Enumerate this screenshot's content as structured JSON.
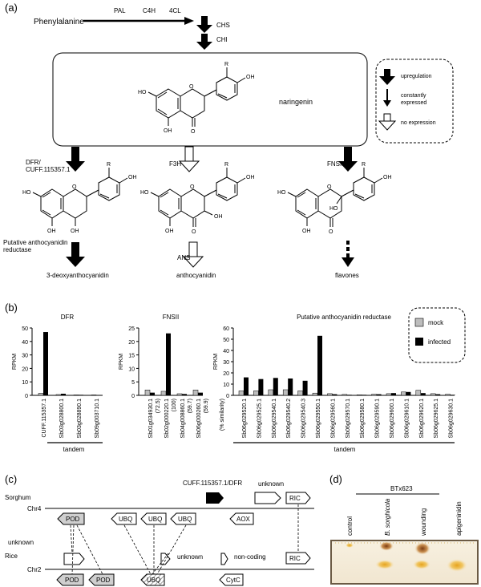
{
  "panel_labels": {
    "a": "(a)",
    "b": "(b)",
    "c": "(c)",
    "d": "(d)"
  },
  "pathway": {
    "start": "Phenylalanine",
    "enzymes_top": [
      "PAL",
      "C4H",
      "4CL"
    ],
    "chs": "CHS",
    "chi": "CHI",
    "naringenin": "naringenin",
    "branches": {
      "dfr": "DFR/",
      "dfr2": "CUFF.115357.1",
      "f3h": "F3H",
      "fnsii": "FNSII",
      "reductase1": "Putative anthocyanidin",
      "reductase2": "reductase",
      "ans": "ANS",
      "product_left": "3-deoxyanthocyanidin",
      "product_mid": "anthocyanidin",
      "product_right": "flavones"
    },
    "atoms": {
      "R": "R",
      "OH": "OH",
      "HO": "HO",
      "O": "O"
    },
    "legend": {
      "up": "upregulation",
      "const1": "constantly",
      "const2": "expressed",
      "none": "no expression"
    }
  },
  "chart_b": {
    "legend": {
      "mock": "mock",
      "infected": "infected"
    },
    "colors": {
      "mock": "#bdbdbd",
      "infected": "#000000"
    },
    "tandem_label": "tandem",
    "subcharts": [
      {
        "title": "DFR",
        "ylabel": "RPKM",
        "ylim": [
          0,
          50
        ],
        "ticks": [
          "0",
          "10",
          "20",
          "30",
          "40",
          "50"
        ],
        "categories": [
          "CUFF.115357.1",
          "Sb03g028800.1",
          "Sb03g028890.1",
          "Sb09g003710.1"
        ],
        "mock": [
          1.5,
          0.6,
          0.3,
          0.3
        ],
        "infected": [
          47,
          1.2,
          0.4,
          0.3
        ],
        "extra_labels": []
      },
      {
        "title": "FNSII",
        "ylabel": "RPKM",
        "ylim": [
          0,
          25
        ],
        "ticks": [
          "0",
          "5",
          "10",
          "15",
          "20",
          "25"
        ],
        "categories": [
          "Sb01g034930.1",
          "Sb02g000220.1",
          "Sb04g008860.1",
          "Sb06g000260.1"
        ],
        "mock": [
          2,
          1.5,
          0.6,
          2
        ],
        "infected": [
          1,
          23,
          0.5,
          1
        ],
        "extra_labels": [
          "(72.5)",
          "(100)",
          "(59.7)",
          "(59.9)",
          "(% similarity)"
        ]
      },
      {
        "title": "Putative anthocyanidin reductase",
        "ylabel": "RPKM",
        "ylim": [
          0,
          60
        ],
        "ticks": [
          "0",
          "10",
          "20",
          "30",
          "40",
          "50",
          "60"
        ],
        "categories": [
          "Sb06g029520.1",
          "Sb06g029525.1",
          "Sb06g029540.1",
          "Sb06g029540.2",
          "Sb06g029540.3",
          "Sb06g029550.1",
          "Sb06g029560.1",
          "Sb06g029570.1",
          "Sb06g029580.1",
          "Sb06g029590.1",
          "Sb06g029600.1",
          "Sb06g029610.1",
          "Sb06g029620.1",
          "Sb06g029625.1",
          "Sb06g029630.1"
        ],
        "mock": [
          4,
          4,
          5,
          5,
          4,
          2,
          1.5,
          0.8,
          0.5,
          1,
          1.5,
          3,
          4.5,
          1.5,
          1
        ],
        "infected": [
          16,
          14.5,
          15.5,
          15,
          13,
          53,
          1,
          0.5,
          0.5,
          1,
          2,
          3,
          2,
          1,
          0.5
        ],
        "extra_labels": []
      }
    ]
  },
  "synteny": {
    "sorghum": "Sorghum",
    "chr4": "Chr4",
    "rice": "Rice",
    "chr2": "Chr2",
    "cuff_dfr": "CUFF.115357.1/DFR",
    "unknown": "unknown",
    "noncoding": "non-coding",
    "pod": "POD",
    "ubq": "UBQ",
    "ric": "RIC",
    "aox": "AOX",
    "cytc": "CytC"
  },
  "tlc": {
    "group": "BTx623",
    "lanes": [
      "control",
      "B. sorghicola",
      "wounding",
      "apigeninidin"
    ]
  }
}
